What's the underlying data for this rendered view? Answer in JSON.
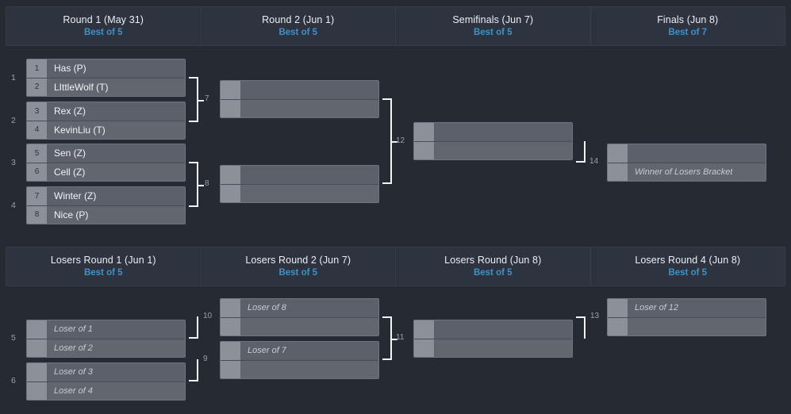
{
  "brackets": {
    "winners": {
      "headers": [
        {
          "title": "Round 1 (May 31)",
          "format": "Best of 5"
        },
        {
          "title": "Round 2 (Jun 1)",
          "format": "Best of 5"
        },
        {
          "title": "Semifinals (Jun 7)",
          "format": "Best of 5"
        },
        {
          "title": "Finals (Jun 8)",
          "format": "Best of 7"
        }
      ],
      "round1": {
        "match_numbers": [
          "1",
          "2",
          "3",
          "4"
        ],
        "matches": [
          {
            "top": {
              "seed": "1",
              "name": "Has (P)"
            },
            "bottom": {
              "seed": "2",
              "name": "LIttleWolf (T)"
            }
          },
          {
            "top": {
              "seed": "3",
              "name": "Rex (Z)"
            },
            "bottom": {
              "seed": "4",
              "name": "KevinLiu (T)"
            }
          },
          {
            "top": {
              "seed": "5",
              "name": "Sen (Z)"
            },
            "bottom": {
              "seed": "6",
              "name": "Cell (Z)"
            }
          },
          {
            "top": {
              "seed": "7",
              "name": "Winter (Z)"
            },
            "bottom": {
              "seed": "8",
              "name": "Nice (P)"
            }
          }
        ]
      },
      "round2": {
        "match_numbers": [
          "7",
          "8"
        ],
        "matches": [
          {
            "top": {
              "seed": "",
              "name": ""
            },
            "bottom": {
              "seed": "",
              "name": ""
            }
          },
          {
            "top": {
              "seed": "",
              "name": ""
            },
            "bottom": {
              "seed": "",
              "name": ""
            }
          }
        ]
      },
      "semifinals": {
        "match_numbers": [
          "12"
        ],
        "matches": [
          {
            "top": {
              "seed": "",
              "name": ""
            },
            "bottom": {
              "seed": "",
              "name": ""
            }
          }
        ]
      },
      "finals": {
        "match_numbers": [
          "14"
        ],
        "matches": [
          {
            "top": {
              "seed": "",
              "name": ""
            },
            "bottom": {
              "seed": "",
              "name": "Winner of Losers Bracket"
            }
          }
        ]
      }
    },
    "losers": {
      "headers": [
        {
          "title": "Losers Round 1 (Jun 1)",
          "format": "Best of 5"
        },
        {
          "title": "Losers Round 2 (Jun 7)",
          "format": "Best of 5"
        },
        {
          "title": "Losers Round (Jun 8)",
          "format": "Best of 5"
        },
        {
          "title": "Losers Round 4 (Jun 8)",
          "format": "Best of 5"
        }
      ],
      "round1": {
        "match_numbers": [
          "5",
          "6"
        ],
        "matches": [
          {
            "top": {
              "seed": "",
              "name": "Loser of 1"
            },
            "bottom": {
              "seed": "",
              "name": "Loser of 2"
            }
          },
          {
            "top": {
              "seed": "",
              "name": "Loser of 3"
            },
            "bottom": {
              "seed": "",
              "name": "Loser of 4"
            }
          }
        ]
      },
      "round2": {
        "match_numbers": [
          "10",
          "9"
        ],
        "matches": [
          {
            "top": {
              "seed": "",
              "name": "Loser of 8"
            },
            "bottom": {
              "seed": "",
              "name": ""
            }
          },
          {
            "top": {
              "seed": "",
              "name": "Loser of 7"
            },
            "bottom": {
              "seed": "",
              "name": ""
            }
          }
        ]
      },
      "round3": {
        "match_numbers": [
          "11"
        ],
        "matches": [
          {
            "top": {
              "seed": "",
              "name": ""
            },
            "bottom": {
              "seed": "",
              "name": ""
            }
          }
        ]
      },
      "round4": {
        "match_numbers": [
          "13"
        ],
        "matches": [
          {
            "top": {
              "seed": "",
              "name": "Loser of 12"
            },
            "bottom": {
              "seed": "",
              "name": ""
            }
          }
        ]
      }
    }
  },
  "colors": {
    "background": "#262a33",
    "header_bg": "#2e3340",
    "accent": "#3d93c8",
    "match_bg": "#5b606b",
    "seed_bg": "#8b9099",
    "connector": "#f2f3f5"
  }
}
